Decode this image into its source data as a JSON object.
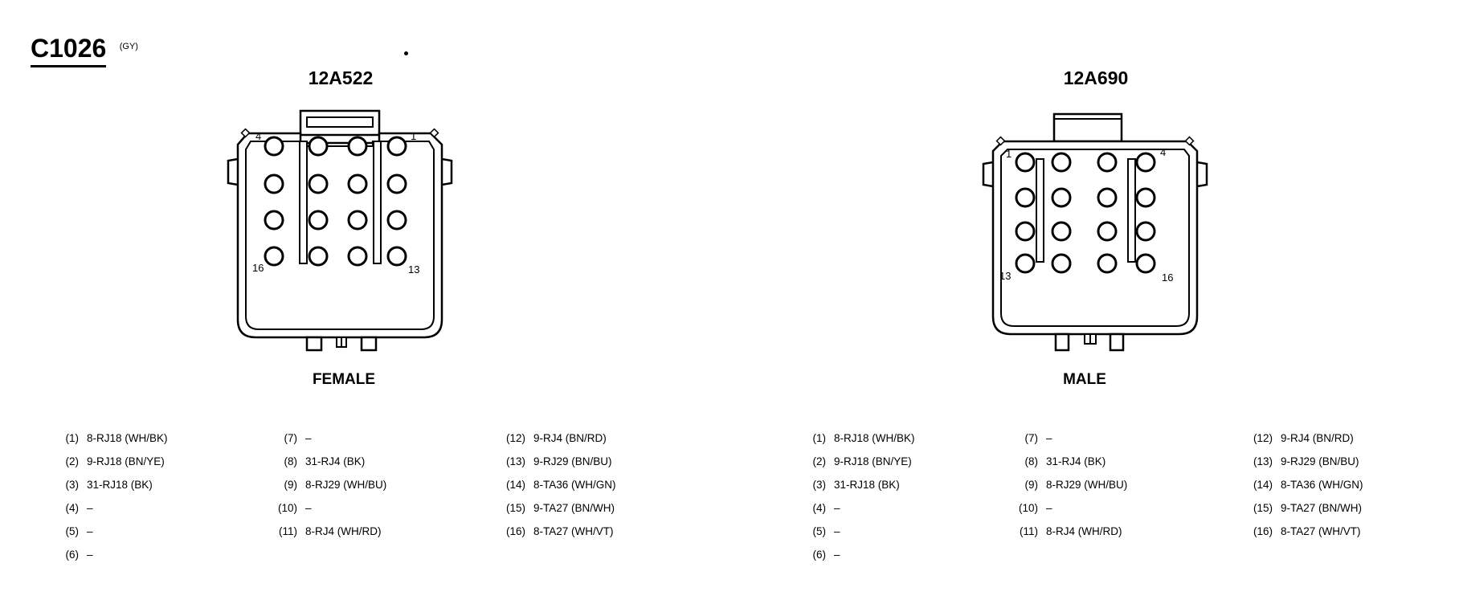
{
  "connector": {
    "id": "C1026",
    "color": "(GY)"
  },
  "views": [
    {
      "part_number": "12A522",
      "gender": "FEMALE",
      "corner_labels": {
        "top_left": "4",
        "top_right": "1",
        "bottom_left": "16",
        "bottom_right": "13"
      }
    },
    {
      "part_number": "12A690",
      "gender": "MALE",
      "corner_labels": {
        "top_left": "1",
        "top_right": "4",
        "bottom_left": "13",
        "bottom_right": "16"
      }
    }
  ],
  "pins": [
    {
      "num": "(1)",
      "wire": "8-RJ18 (WH/BK)"
    },
    {
      "num": "(2)",
      "wire": "9-RJ18 (BN/YE)"
    },
    {
      "num": "(3)",
      "wire": "31-RJ18 (BK)"
    },
    {
      "num": "(4)",
      "wire": "–"
    },
    {
      "num": "(5)",
      "wire": "–"
    },
    {
      "num": "(6)",
      "wire": "–"
    },
    {
      "num": "(7)",
      "wire": "–"
    },
    {
      "num": "(8)",
      "wire": "31-RJ4 (BK)"
    },
    {
      "num": "(9)",
      "wire": "8-RJ29 (WH/BU)"
    },
    {
      "num": "(10)",
      "wire": "–"
    },
    {
      "num": "(11)",
      "wire": "8-RJ4 (WH/RD)"
    },
    {
      "num": "(12)",
      "wire": "9-RJ4 (BN/RD)"
    },
    {
      "num": "(13)",
      "wire": "9-RJ29 (BN/BU)"
    },
    {
      "num": "(14)",
      "wire": "8-TA36 (WH/GN)"
    },
    {
      "num": "(15)",
      "wire": "9-TA27 (BN/WH)"
    },
    {
      "num": "(16)",
      "wire": "8-TA27 (WH/VT)"
    }
  ]
}
